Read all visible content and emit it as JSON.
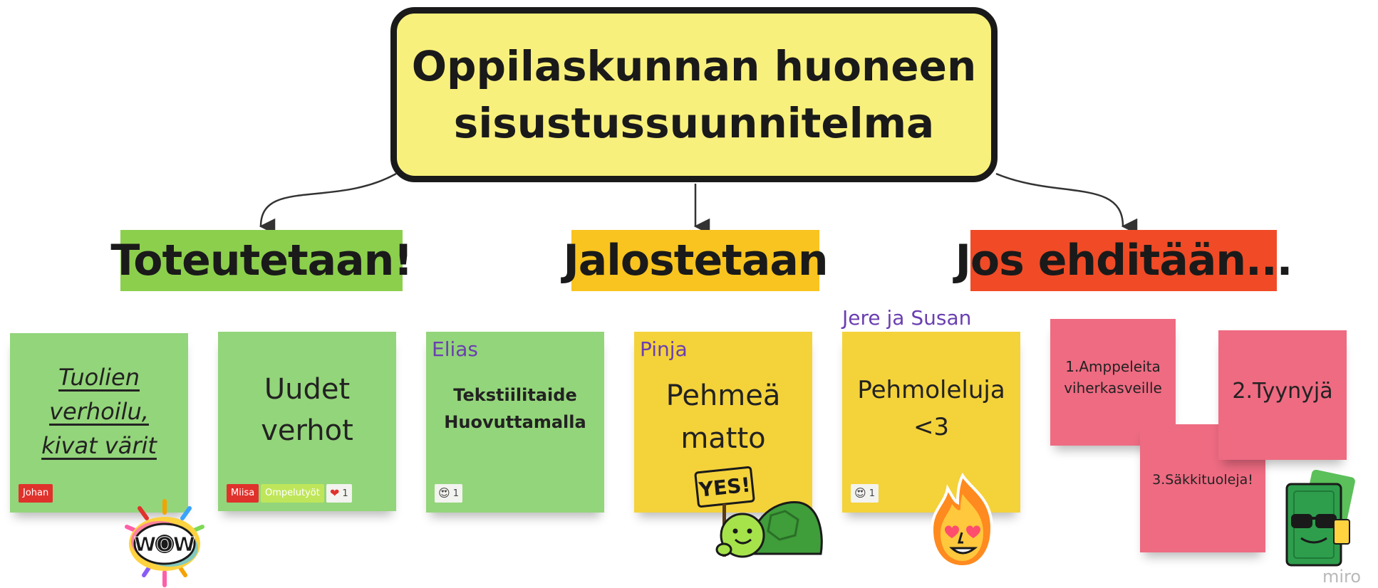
{
  "title": "Oppilaskunnan huoneen\nsisustussuunnitelma",
  "columns": {
    "green": {
      "heading": "Toteutetaan!",
      "color": "#8ccf4d"
    },
    "yellow": {
      "heading": "Jalostetaan",
      "color": "#f9c41f"
    },
    "red": {
      "heading": "Jos ehditään...",
      "color": "#f04b26"
    }
  },
  "notes": {
    "n1": {
      "text": "Tuolien\nverhoilu,\nkivat värit",
      "tag": "Johan"
    },
    "n2": {
      "text": "Uudet\nverhot",
      "tags": [
        "Miisa",
        "Ompelutyöt"
      ],
      "reaction_count": "1",
      "reaction_icon": "heart-emoji"
    },
    "n3": {
      "author": "Elias",
      "text": "Tekstiilitaide\nHuovuttamalla",
      "reaction_count": "1",
      "reaction_icon": "heart-eyes-emoji"
    },
    "n4": {
      "author": "Pinja",
      "text": "Pehmeä\nmatto"
    },
    "n5": {
      "author": "Jere ja Susan",
      "text": "Pehmoleluja\n<3",
      "reaction_count": "1",
      "reaction_icon": "heart-eyes-emoji"
    },
    "n6": {
      "text": "1.Amppeleita\nviherkasveille"
    },
    "n7": {
      "text": "2.Tyynyjä"
    },
    "n8": {
      "text": "3.Säkkituoleja!"
    }
  },
  "stickers": {
    "wow": "WOW",
    "yes": "YES!"
  },
  "colors": {
    "title_bg": "#f8f07c",
    "sticky_green": "#93d57a",
    "sticky_yellow": "#f4d23a",
    "sticky_pink": "#ee6b82",
    "author_purple": "#6a3fb0"
  },
  "watermark": "miro"
}
